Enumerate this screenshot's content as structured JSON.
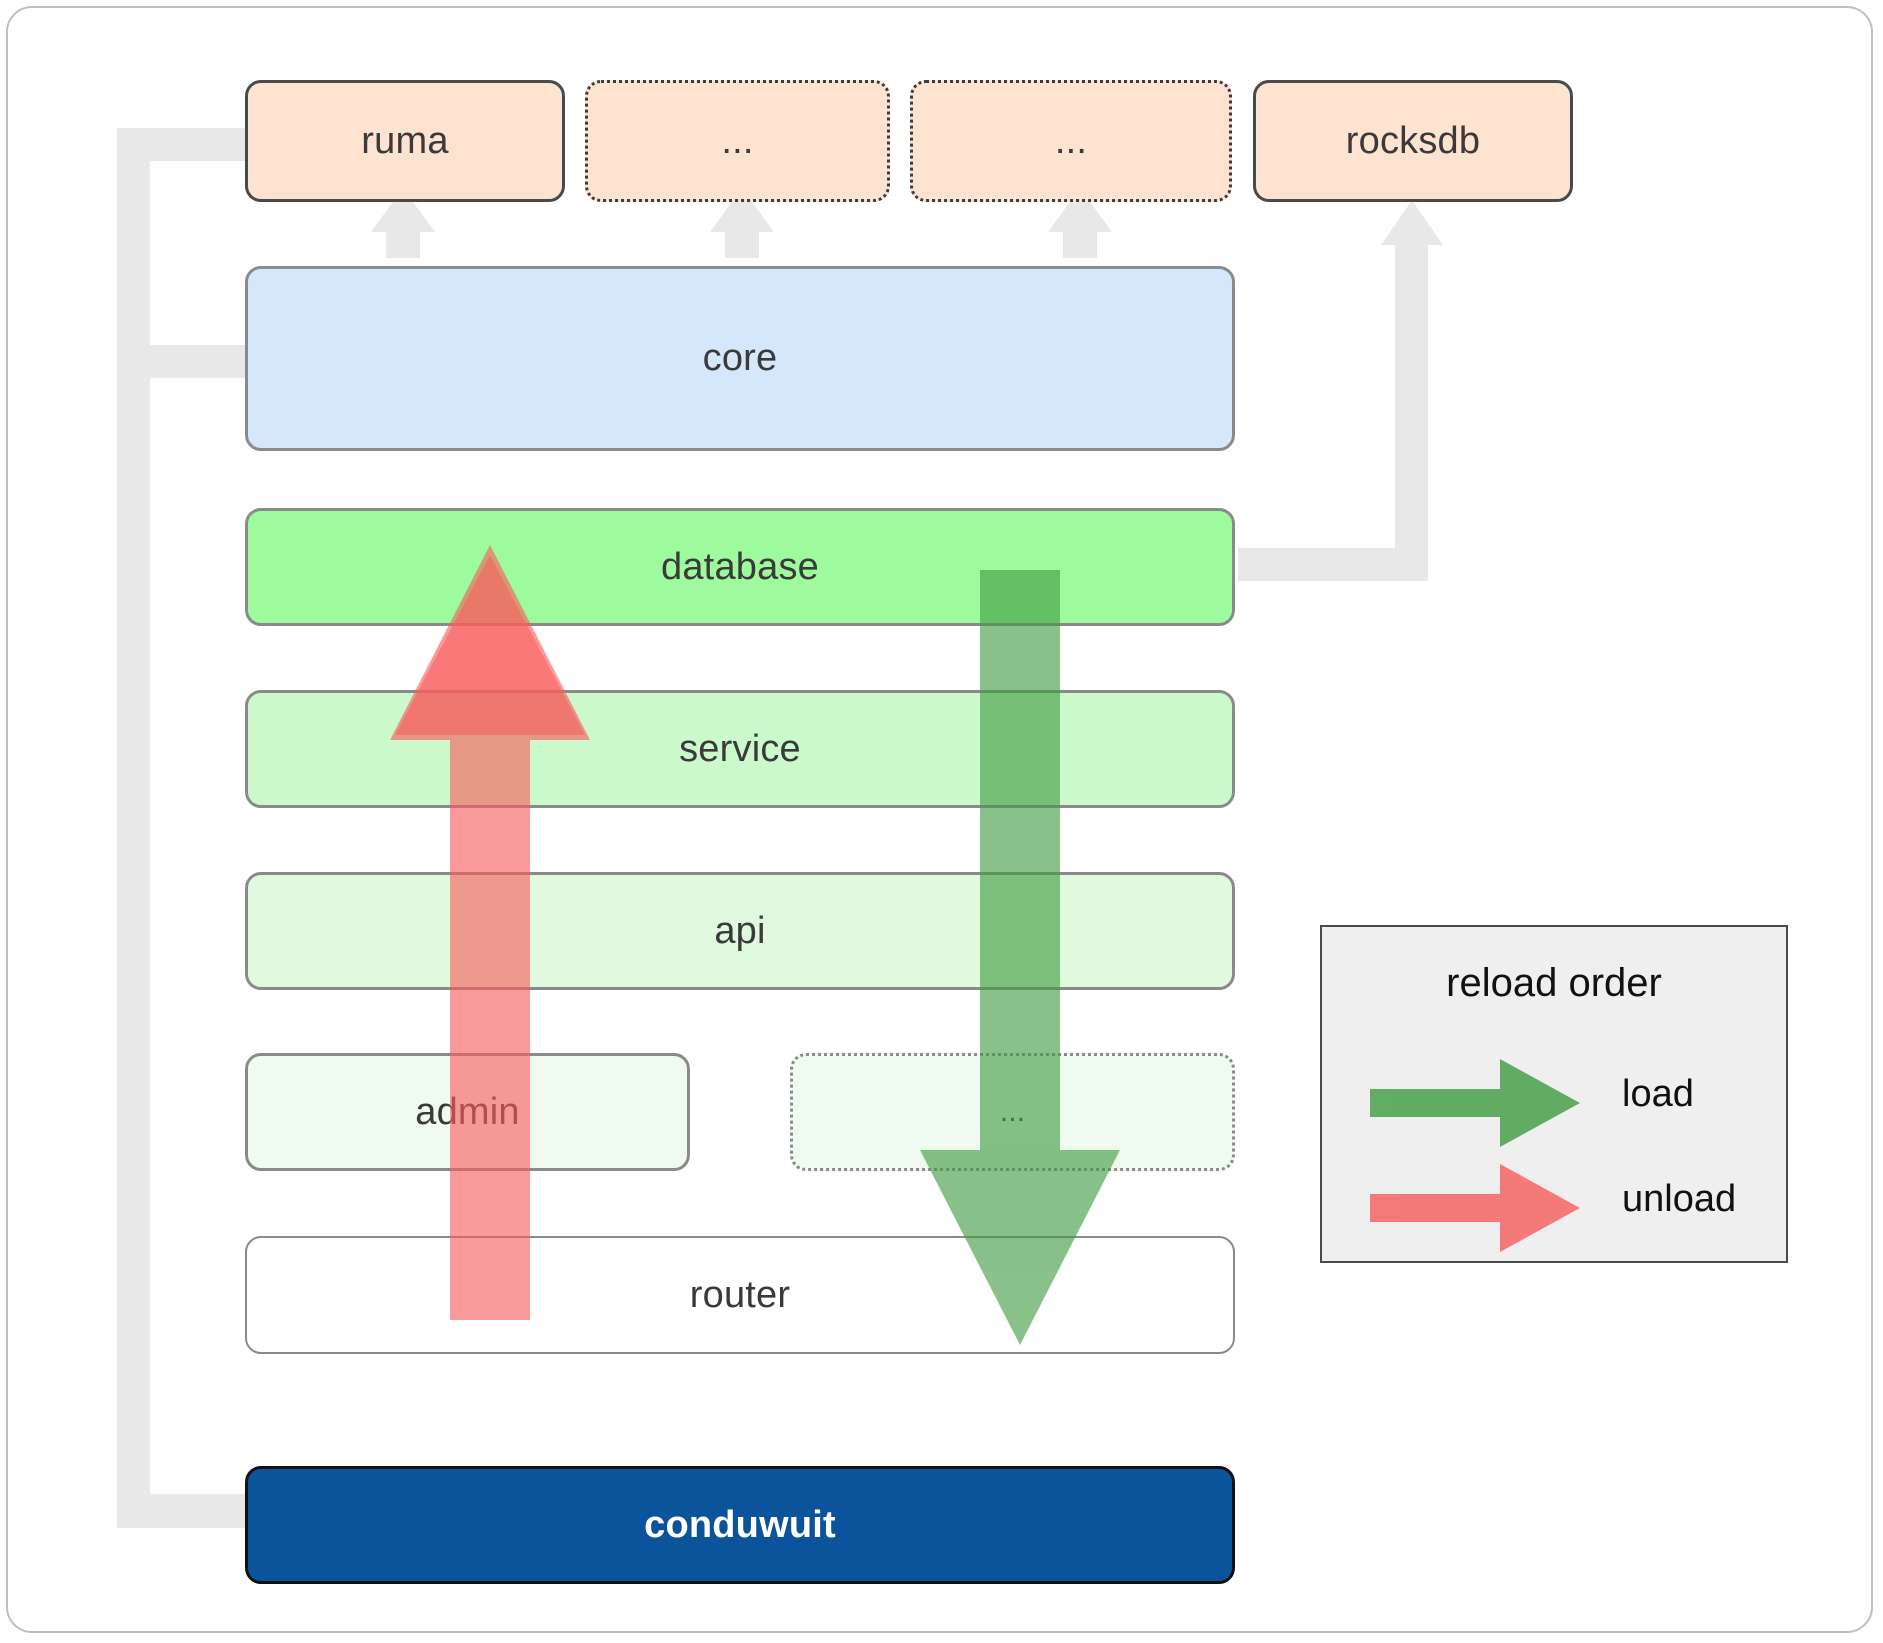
{
  "diagram": {
    "title": "conduwuit crate layering / reload order",
    "dependencies": [
      {
        "id": "ruma",
        "label": "ruma",
        "style": "solid"
      },
      {
        "id": "dep2",
        "label": "...",
        "style": "dotted"
      },
      {
        "id": "dep3",
        "label": "...",
        "style": "dotted"
      },
      {
        "id": "rocksdb",
        "label": "rocksdb",
        "style": "solid"
      }
    ],
    "layers": [
      {
        "id": "core",
        "label": "core",
        "color": "#d4e7fb"
      },
      {
        "id": "database",
        "label": "database",
        "color": "#9dfb9d"
      },
      {
        "id": "service",
        "label": "service",
        "color": "#ccf9cc"
      },
      {
        "id": "api",
        "label": "api",
        "color": "#e0fae0"
      },
      {
        "id": "admin",
        "label": "admin",
        "color": "#eefbee"
      },
      {
        "id": "more",
        "label": "...",
        "color": "#eefbee"
      },
      {
        "id": "router",
        "label": "router",
        "color": "#ffffff"
      }
    ],
    "application": {
      "id": "conduwuit",
      "label": "conduwuit",
      "color": "#0b539a"
    },
    "legend": {
      "title": "reload order",
      "items": [
        {
          "id": "load",
          "label": "load",
          "color": "#56a85b",
          "direction": "down"
        },
        {
          "id": "unload",
          "label": "unload",
          "color": "#f98585",
          "direction": "up"
        }
      ]
    },
    "arrows": {
      "load_color": "#56a85b",
      "unload_color": "#f98585",
      "connector_color": "#e8e8e8"
    }
  }
}
